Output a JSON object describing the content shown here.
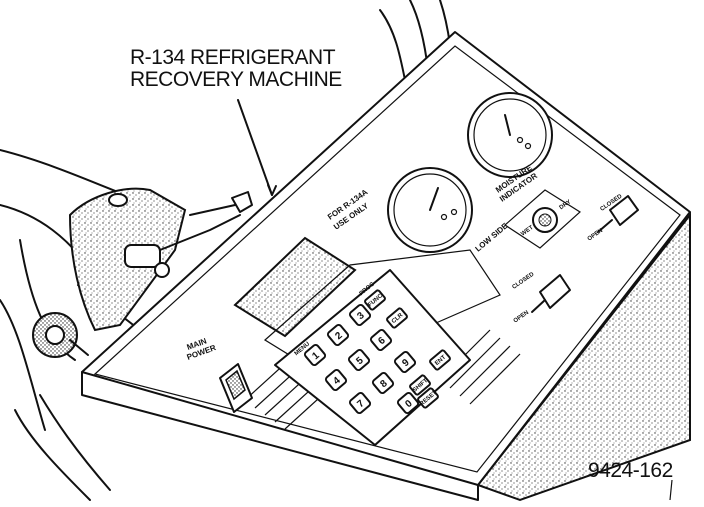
{
  "callout": {
    "line1": "R-134 REFRIGERANT",
    "line2": "RECOVERY MACHINE"
  },
  "figure_number": "9424-162",
  "panel": {
    "main_power_line1": "MAIN",
    "main_power_line2": "POWER",
    "for_r134a_line1": "FOR R-134A",
    "for_r134a_line2": "USE ONLY",
    "low_side": "LOW SIDE",
    "moisture_line1": "MOISTURE",
    "moisture_line2": "INDICATOR",
    "moisture_wet": "WET",
    "moisture_dry": "DRY",
    "valve_closed_top": "CLOSED",
    "valve_open_top": "OPEN",
    "valve_closed_bottom": "CLOSED",
    "valve_open_bottom": "OPEN",
    "keypad_menu": "MENU",
    "keypad_prog": "PROG",
    "keypad_keys": [
      "1",
      "2",
      "3",
      "4",
      "5",
      "6",
      "7",
      "8",
      "9",
      "0"
    ],
    "key_enter": "ENT",
    "key_clear": "CLR",
    "key_shift": "SHIFT",
    "key_reset": "RESET",
    "key_func": "FUNC"
  }
}
